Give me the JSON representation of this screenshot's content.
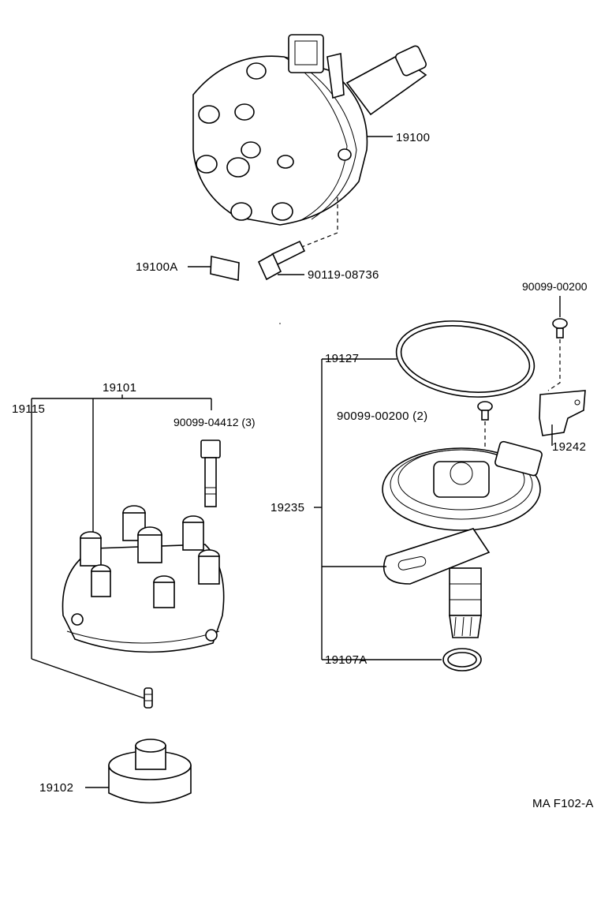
{
  "diagram_code": "MA F102-A",
  "callouts": {
    "p19100": "19100",
    "p19100A": "19100A",
    "p90119_08736": "90119-08736",
    "p90099_00200_top": "90099-00200",
    "p19127": "19127",
    "p19101": "19101",
    "p19115": "19115",
    "p90099_04412": "90099-04412 (3)",
    "p90099_00200_2": "90099-00200 (2)",
    "p19242": "19242",
    "p19235": "19235",
    "p19107A": "19107A",
    "p19102": "19102"
  }
}
